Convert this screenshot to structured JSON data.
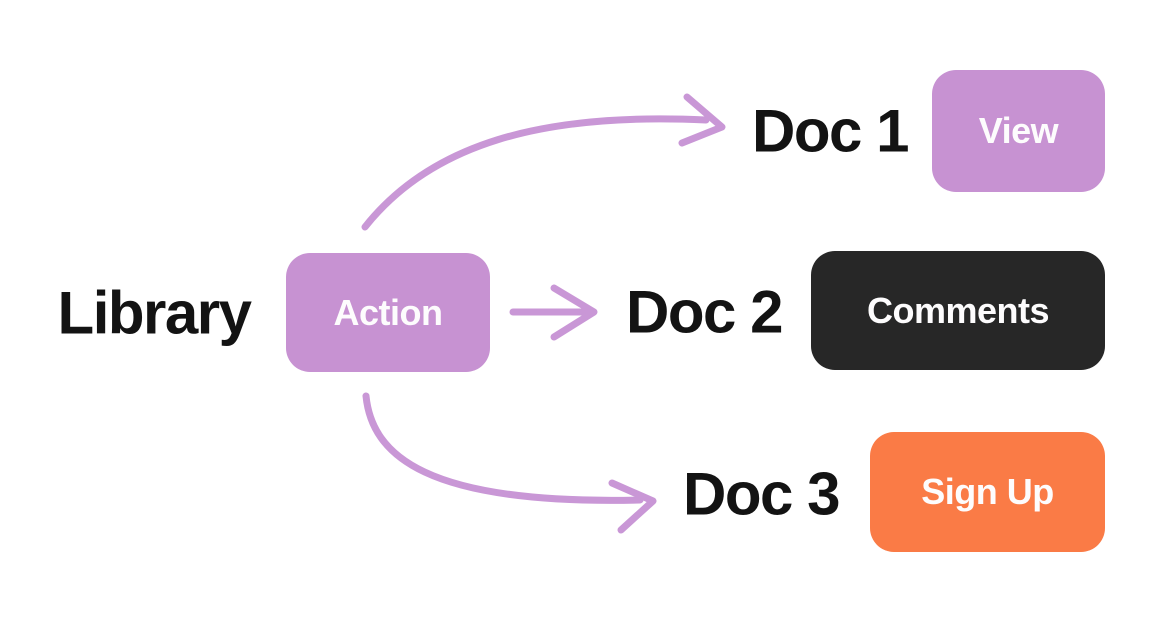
{
  "canvas": {
    "background": "#ffffff"
  },
  "colors": {
    "purple": "#C792D2",
    "arrow_purple": "#C997D6",
    "dark": "#272727",
    "orange": "#FA7B46",
    "label_text": "#131313",
    "button_text": "#FDFCFD"
  },
  "library": {
    "label": "Library"
  },
  "action": {
    "label": "Action"
  },
  "docs": [
    {
      "label": "Doc 1",
      "button": "View",
      "variant": "purple"
    },
    {
      "label": "Doc 2",
      "button": "Comments",
      "variant": "dark"
    },
    {
      "label": "Doc 3",
      "button": "Sign Up",
      "variant": "orange"
    }
  ],
  "arrows": [
    {
      "name": "arrow-action-to-doc1",
      "shape": "curved-up"
    },
    {
      "name": "arrow-action-to-doc2",
      "shape": "straight"
    },
    {
      "name": "arrow-action-to-doc3",
      "shape": "curved-down"
    }
  ]
}
